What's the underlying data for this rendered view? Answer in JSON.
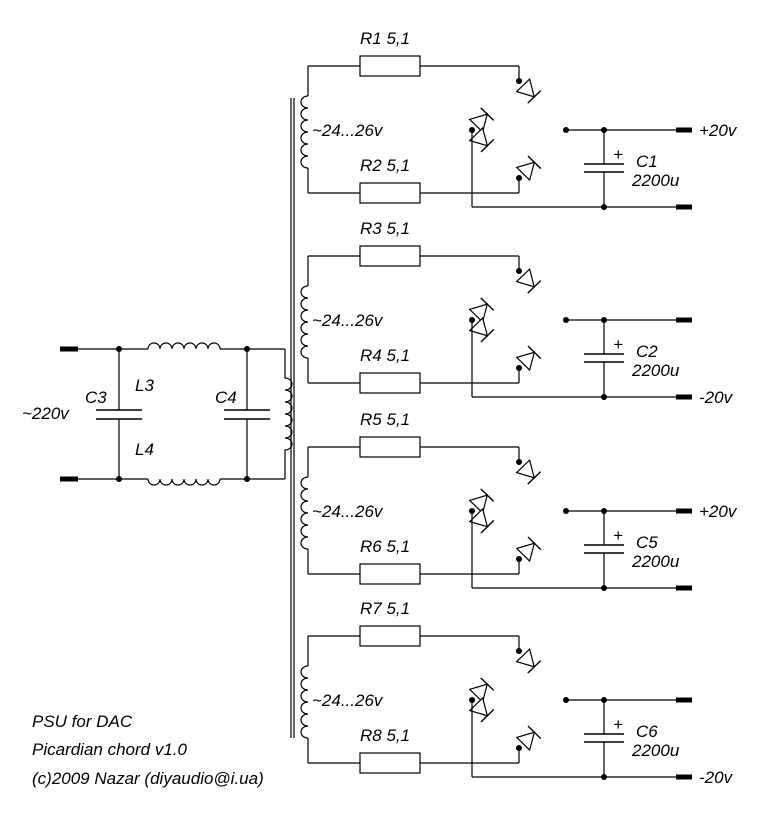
{
  "mains": {
    "label": "~220v"
  },
  "filter": {
    "c3": "C3",
    "c4": "C4",
    "l3": "L3",
    "l4": "L4"
  },
  "channels": [
    {
      "r_top": "R1  5,1",
      "r_bot": "R2  5,1",
      "winding": "~24...26v",
      "cap_name": "C1",
      "cap_value": "2200u",
      "plus": "+",
      "out_top": "+20v",
      "out_bottom": ""
    },
    {
      "r_top": "R3  5,1",
      "r_bot": "R4  5,1",
      "winding": "~24...26v",
      "cap_name": "C2",
      "cap_value": "2200u",
      "plus": "+",
      "out_top": "",
      "out_bottom": "-20v"
    },
    {
      "r_top": "R5  5,1",
      "r_bot": "R6  5,1",
      "winding": "~24...26v",
      "cap_name": "C5",
      "cap_value": "2200u",
      "plus": "+",
      "out_top": "+20v",
      "out_bottom": ""
    },
    {
      "r_top": "R7  5,1",
      "r_bot": "R8  5,1",
      "winding": "~24...26v",
      "cap_name": "C6",
      "cap_value": "2200u",
      "plus": "+",
      "out_top": "",
      "out_bottom": "-20v"
    }
  ],
  "footer": {
    "line1": "PSU for DAC",
    "line2": "Picardian chord v1.0",
    "line3": "(c)2009 Nazar (diyaudio@i.ua)"
  }
}
